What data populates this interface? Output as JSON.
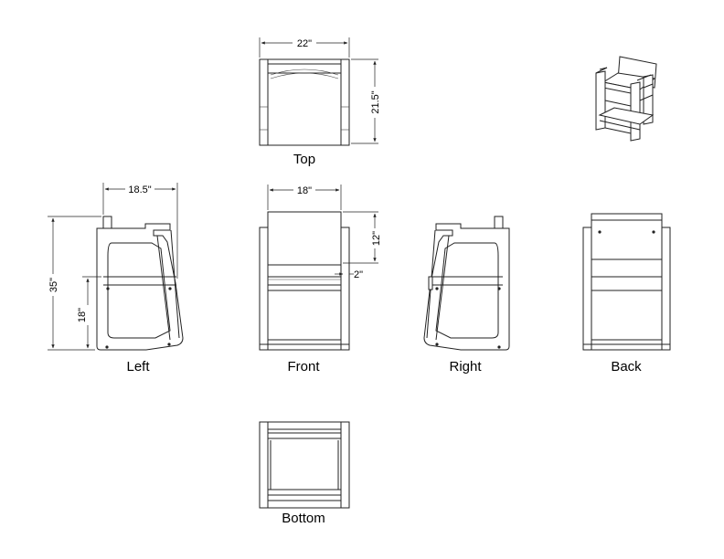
{
  "views": {
    "top": {
      "label": "Top",
      "width_dim": "22\"",
      "depth_dim": "21.5\""
    },
    "left": {
      "label": "Left",
      "depth_dim": "18.5\"",
      "height_dim": "35\"",
      "seat_dim": "18\""
    },
    "front": {
      "label": "Front",
      "width_dim": "18\"",
      "back_dim": "12\"",
      "gap_dim": "2\""
    },
    "right": {
      "label": "Right"
    },
    "back": {
      "label": "Back"
    },
    "bottom": {
      "label": "Bottom"
    }
  }
}
